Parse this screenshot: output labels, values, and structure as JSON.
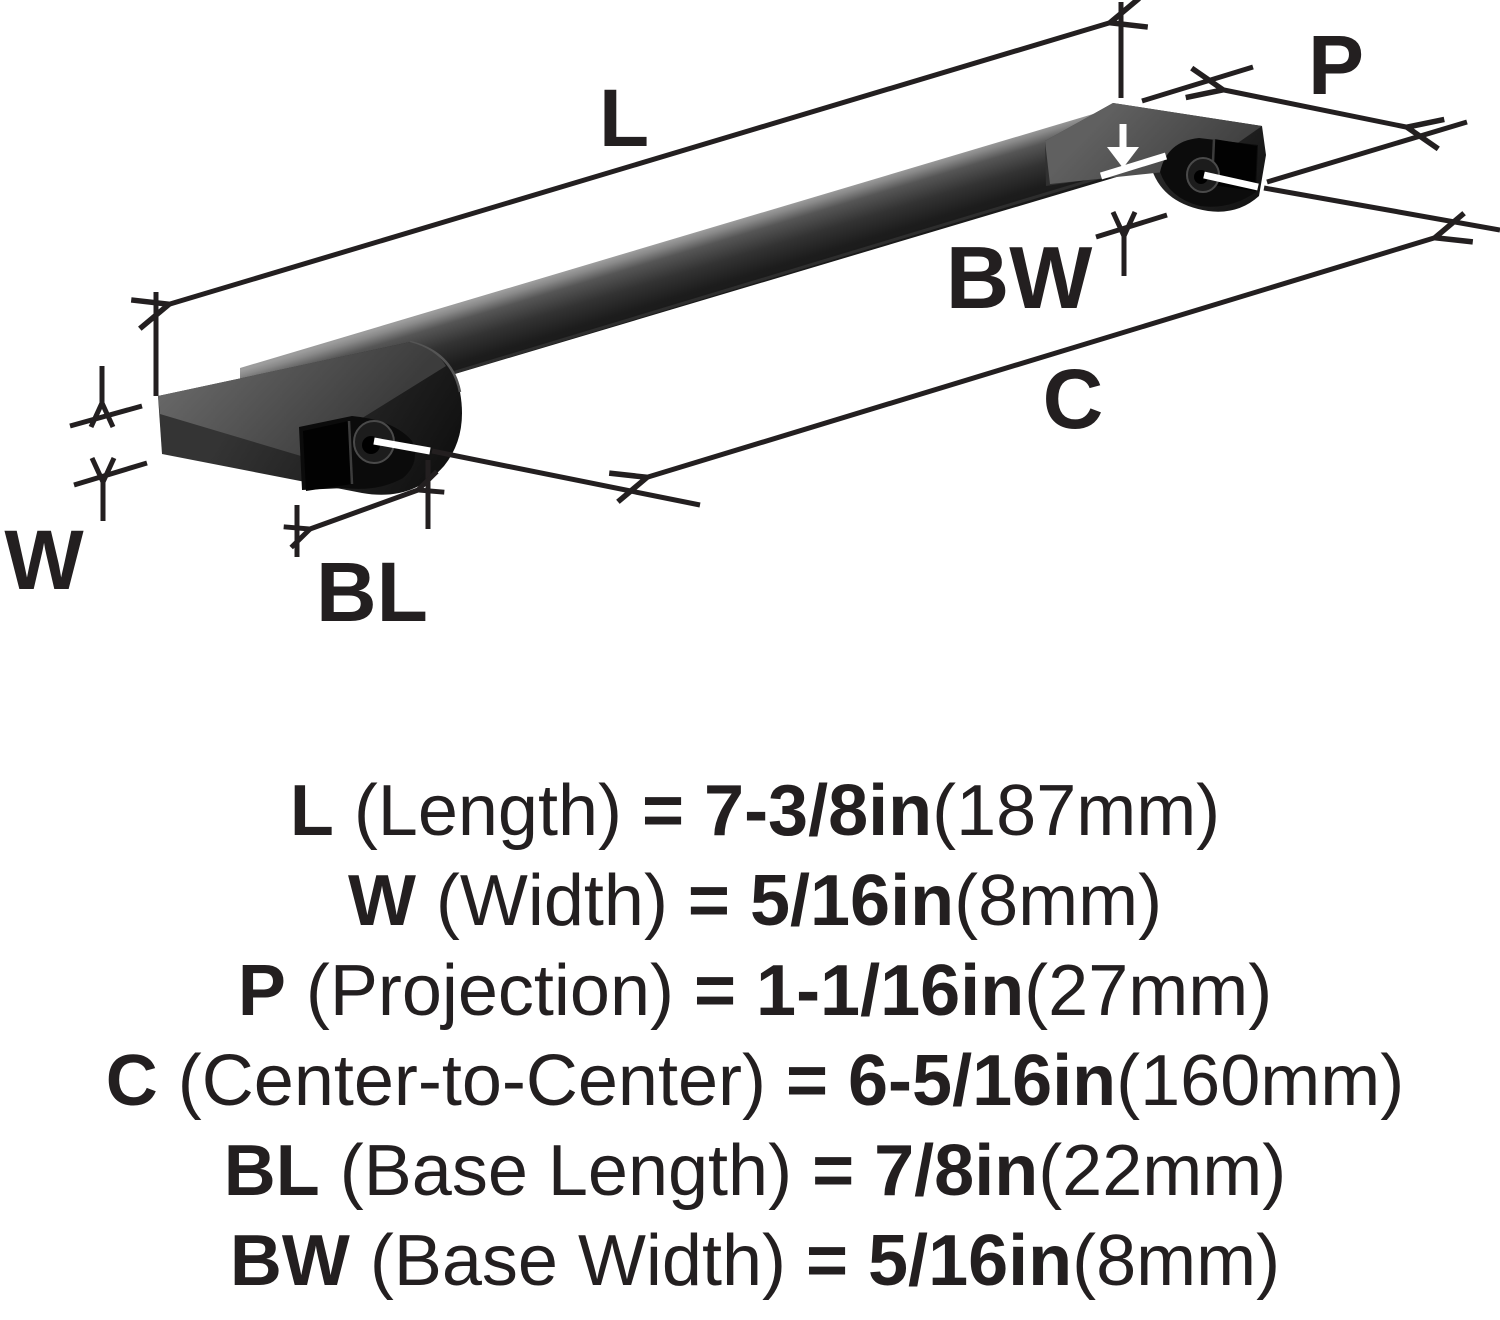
{
  "diagram": {
    "labels": {
      "length": "L",
      "projection": "P",
      "base_width": "BW",
      "center_to_center": "C",
      "width": "W",
      "base_length": "BL"
    }
  },
  "specs": {
    "eq": "=",
    "rows": [
      {
        "abbr": "L",
        "name": "(Length)",
        "value": "7-3/8in",
        "metric": "(187mm)"
      },
      {
        "abbr": "W",
        "name": "(Width)",
        "value": "5/16in",
        "metric": "(8mm)"
      },
      {
        "abbr": "P",
        "name": "(Projection)",
        "value": "1-1/16in",
        "metric": "(27mm)"
      },
      {
        "abbr": "C",
        "name": "(Center-to-Center)",
        "value": "6-5/16in",
        "metric": "(160mm)"
      },
      {
        "abbr": "BL",
        "name": "(Base Length)",
        "value": "7/8in",
        "metric": "(22mm)"
      },
      {
        "abbr": "BW",
        "name": "(Base Width)",
        "value": "5/16in",
        "metric": "(8mm)"
      }
    ]
  },
  "colors": {
    "ink": "#231f20",
    "background": "#ffffff",
    "handle_dark": "#181818",
    "handle_light": "#9c9c9c"
  }
}
